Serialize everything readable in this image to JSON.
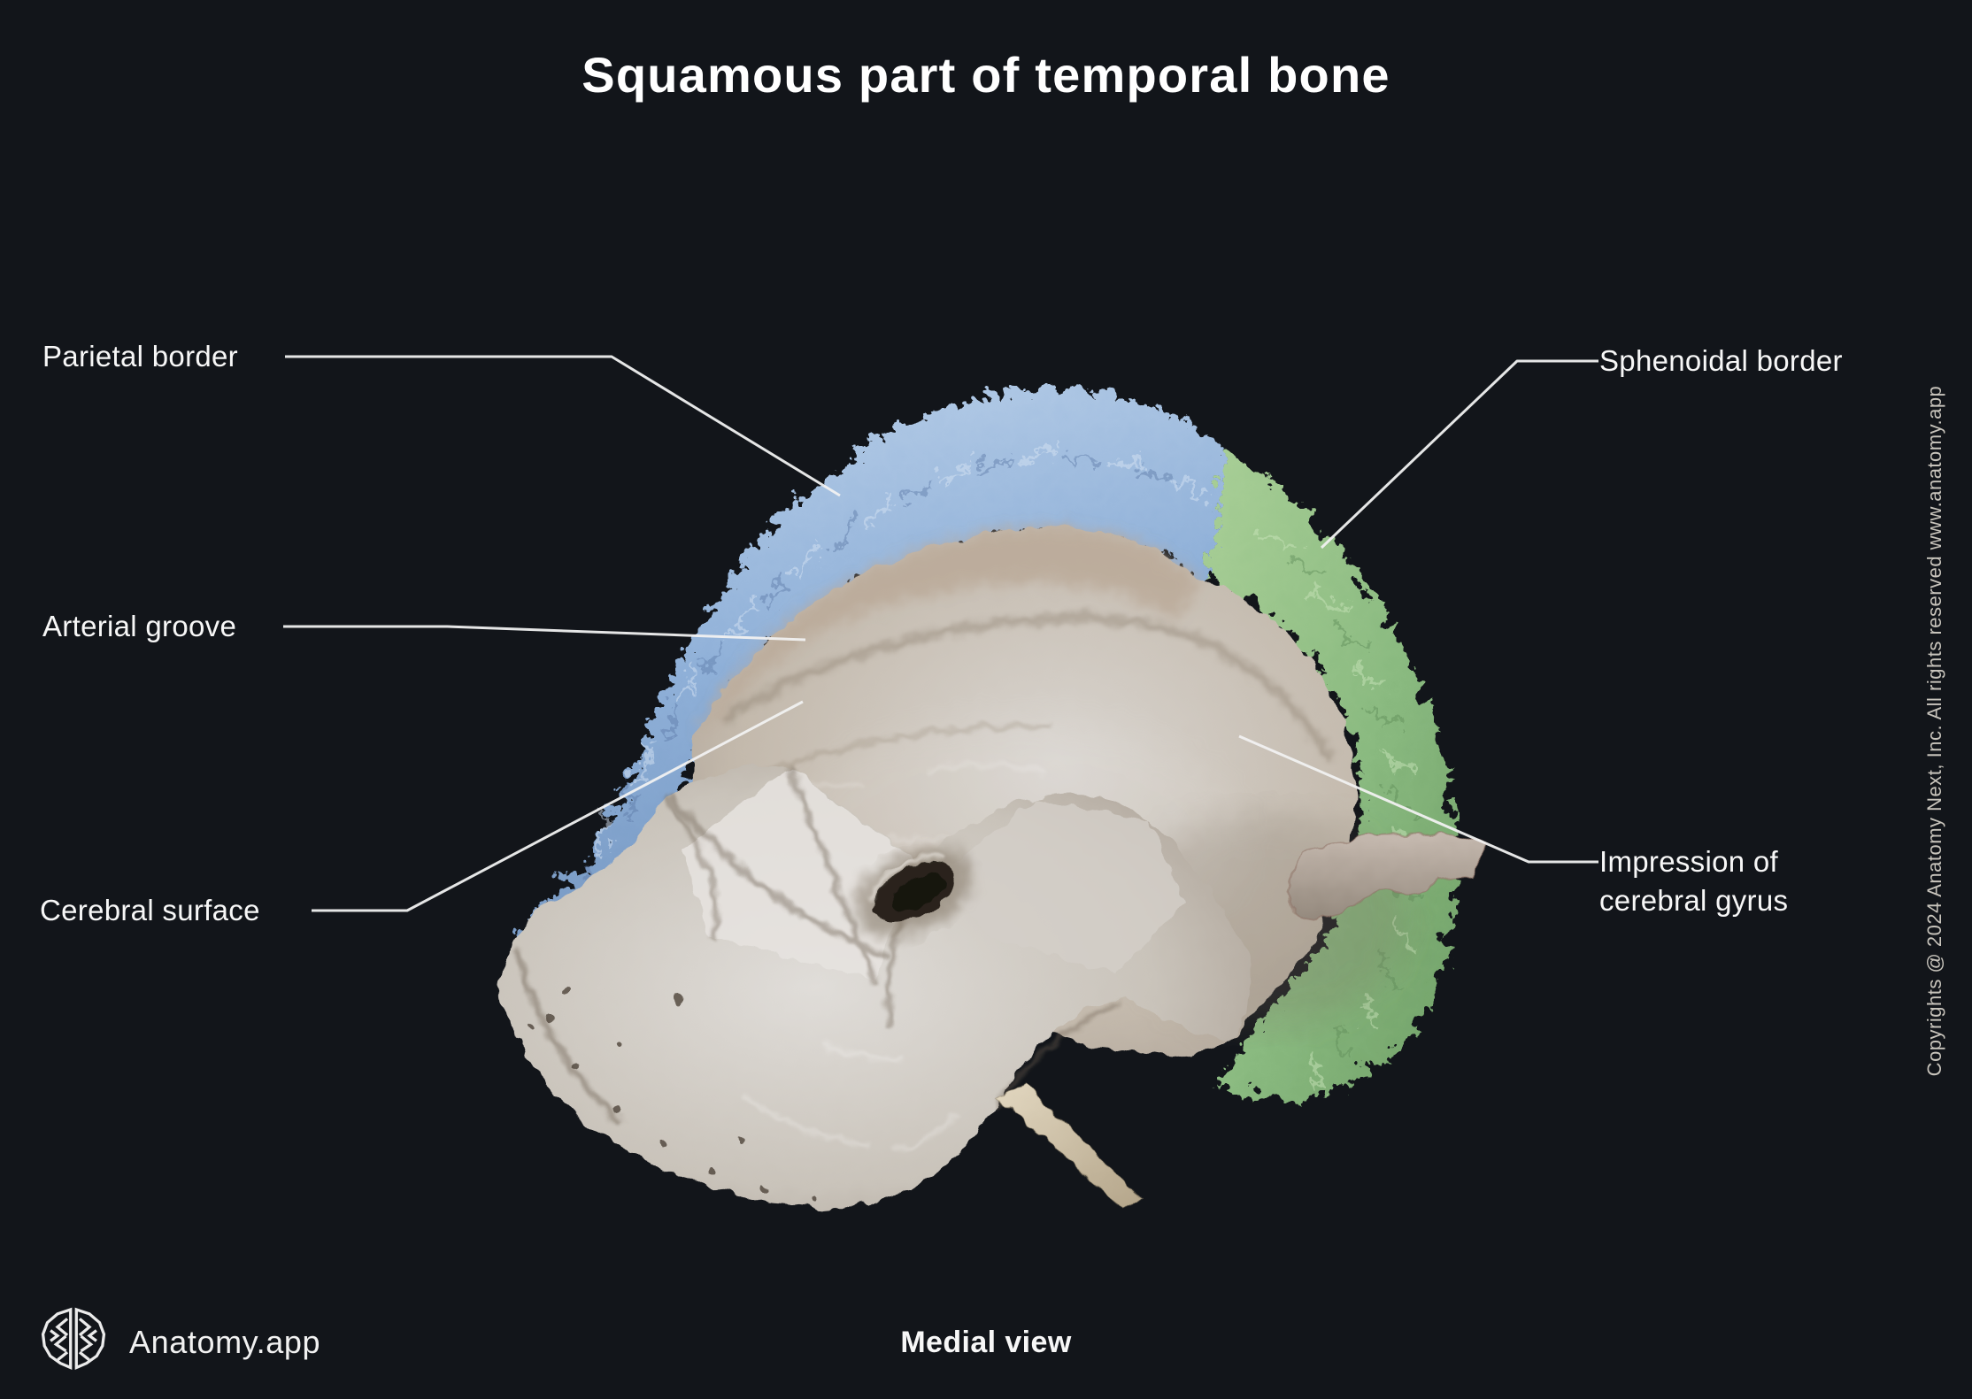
{
  "title": "Squamous part of temporal bone",
  "view": "Medial view",
  "brand": {
    "name": "Anatomy.app",
    "logo": "brain-icon"
  },
  "copyright": "Copyrights @ 2024 Anatomy Next, Inc. All rights reserved www.anatomy.app",
  "labels": {
    "parietal_border": "Parietal border",
    "arterial_groove": "Arterial groove",
    "cerebral_surface": "Cerebral surface",
    "sphenoidal_border": "Sphenoidal border",
    "impression_of_cerebral_gyrus": [
      "Impression of",
      "cerebral gyrus"
    ]
  },
  "colors": {
    "background": "#12151a",
    "parietal_border_highlight": "#8fb0d8",
    "sphenoidal_border_highlight": "#8aba80",
    "bone_surface": "#cbc3b8",
    "label_text": "#f7f7f7",
    "leader_line": "#f1f1f1",
    "copyright_text": "#c8c4bc"
  }
}
